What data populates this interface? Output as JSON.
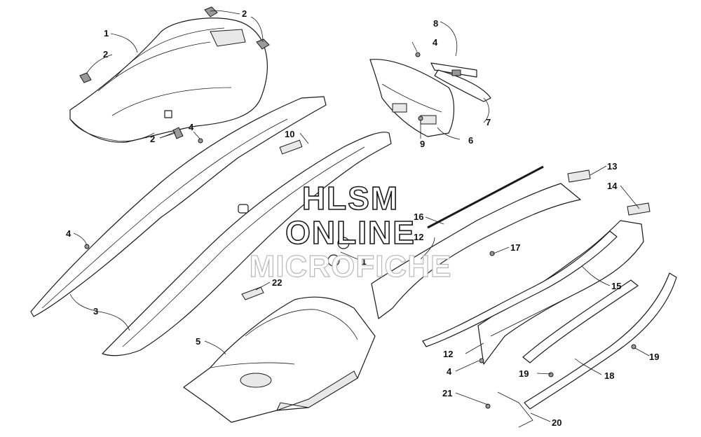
{
  "watermark": {
    "line1": "HLSM",
    "line2": "ONLINE",
    "line3": "MICROFICHE"
  },
  "callouts": [
    {
      "id": "c1",
      "label": "1"
    },
    {
      "id": "c2a",
      "label": "2"
    },
    {
      "id": "c2b",
      "label": "2"
    },
    {
      "id": "c2c",
      "label": "2"
    },
    {
      "id": "c3",
      "label": "3"
    },
    {
      "id": "c4a",
      "label": "4"
    },
    {
      "id": "c4b",
      "label": "4"
    },
    {
      "id": "c4c",
      "label": "4"
    },
    {
      "id": "c4d",
      "label": "4"
    },
    {
      "id": "c5",
      "label": "5"
    },
    {
      "id": "c6",
      "label": "6"
    },
    {
      "id": "c7",
      "label": "7"
    },
    {
      "id": "c8",
      "label": "8"
    },
    {
      "id": "c9",
      "label": "9"
    },
    {
      "id": "c10",
      "label": "10"
    },
    {
      "id": "c11",
      "label": "11"
    },
    {
      "id": "c12a",
      "label": "12"
    },
    {
      "id": "c12b",
      "label": "12"
    },
    {
      "id": "c13",
      "label": "13"
    },
    {
      "id": "c14",
      "label": "14"
    },
    {
      "id": "c15",
      "label": "15"
    },
    {
      "id": "c16",
      "label": "16"
    },
    {
      "id": "c17",
      "label": "17"
    },
    {
      "id": "c18",
      "label": "18"
    },
    {
      "id": "c19a",
      "label": "19"
    },
    {
      "id": "c19b",
      "label": "19"
    },
    {
      "id": "c20",
      "label": "20"
    },
    {
      "id": "c21",
      "label": "21"
    },
    {
      "id": "c22",
      "label": "22"
    }
  ]
}
